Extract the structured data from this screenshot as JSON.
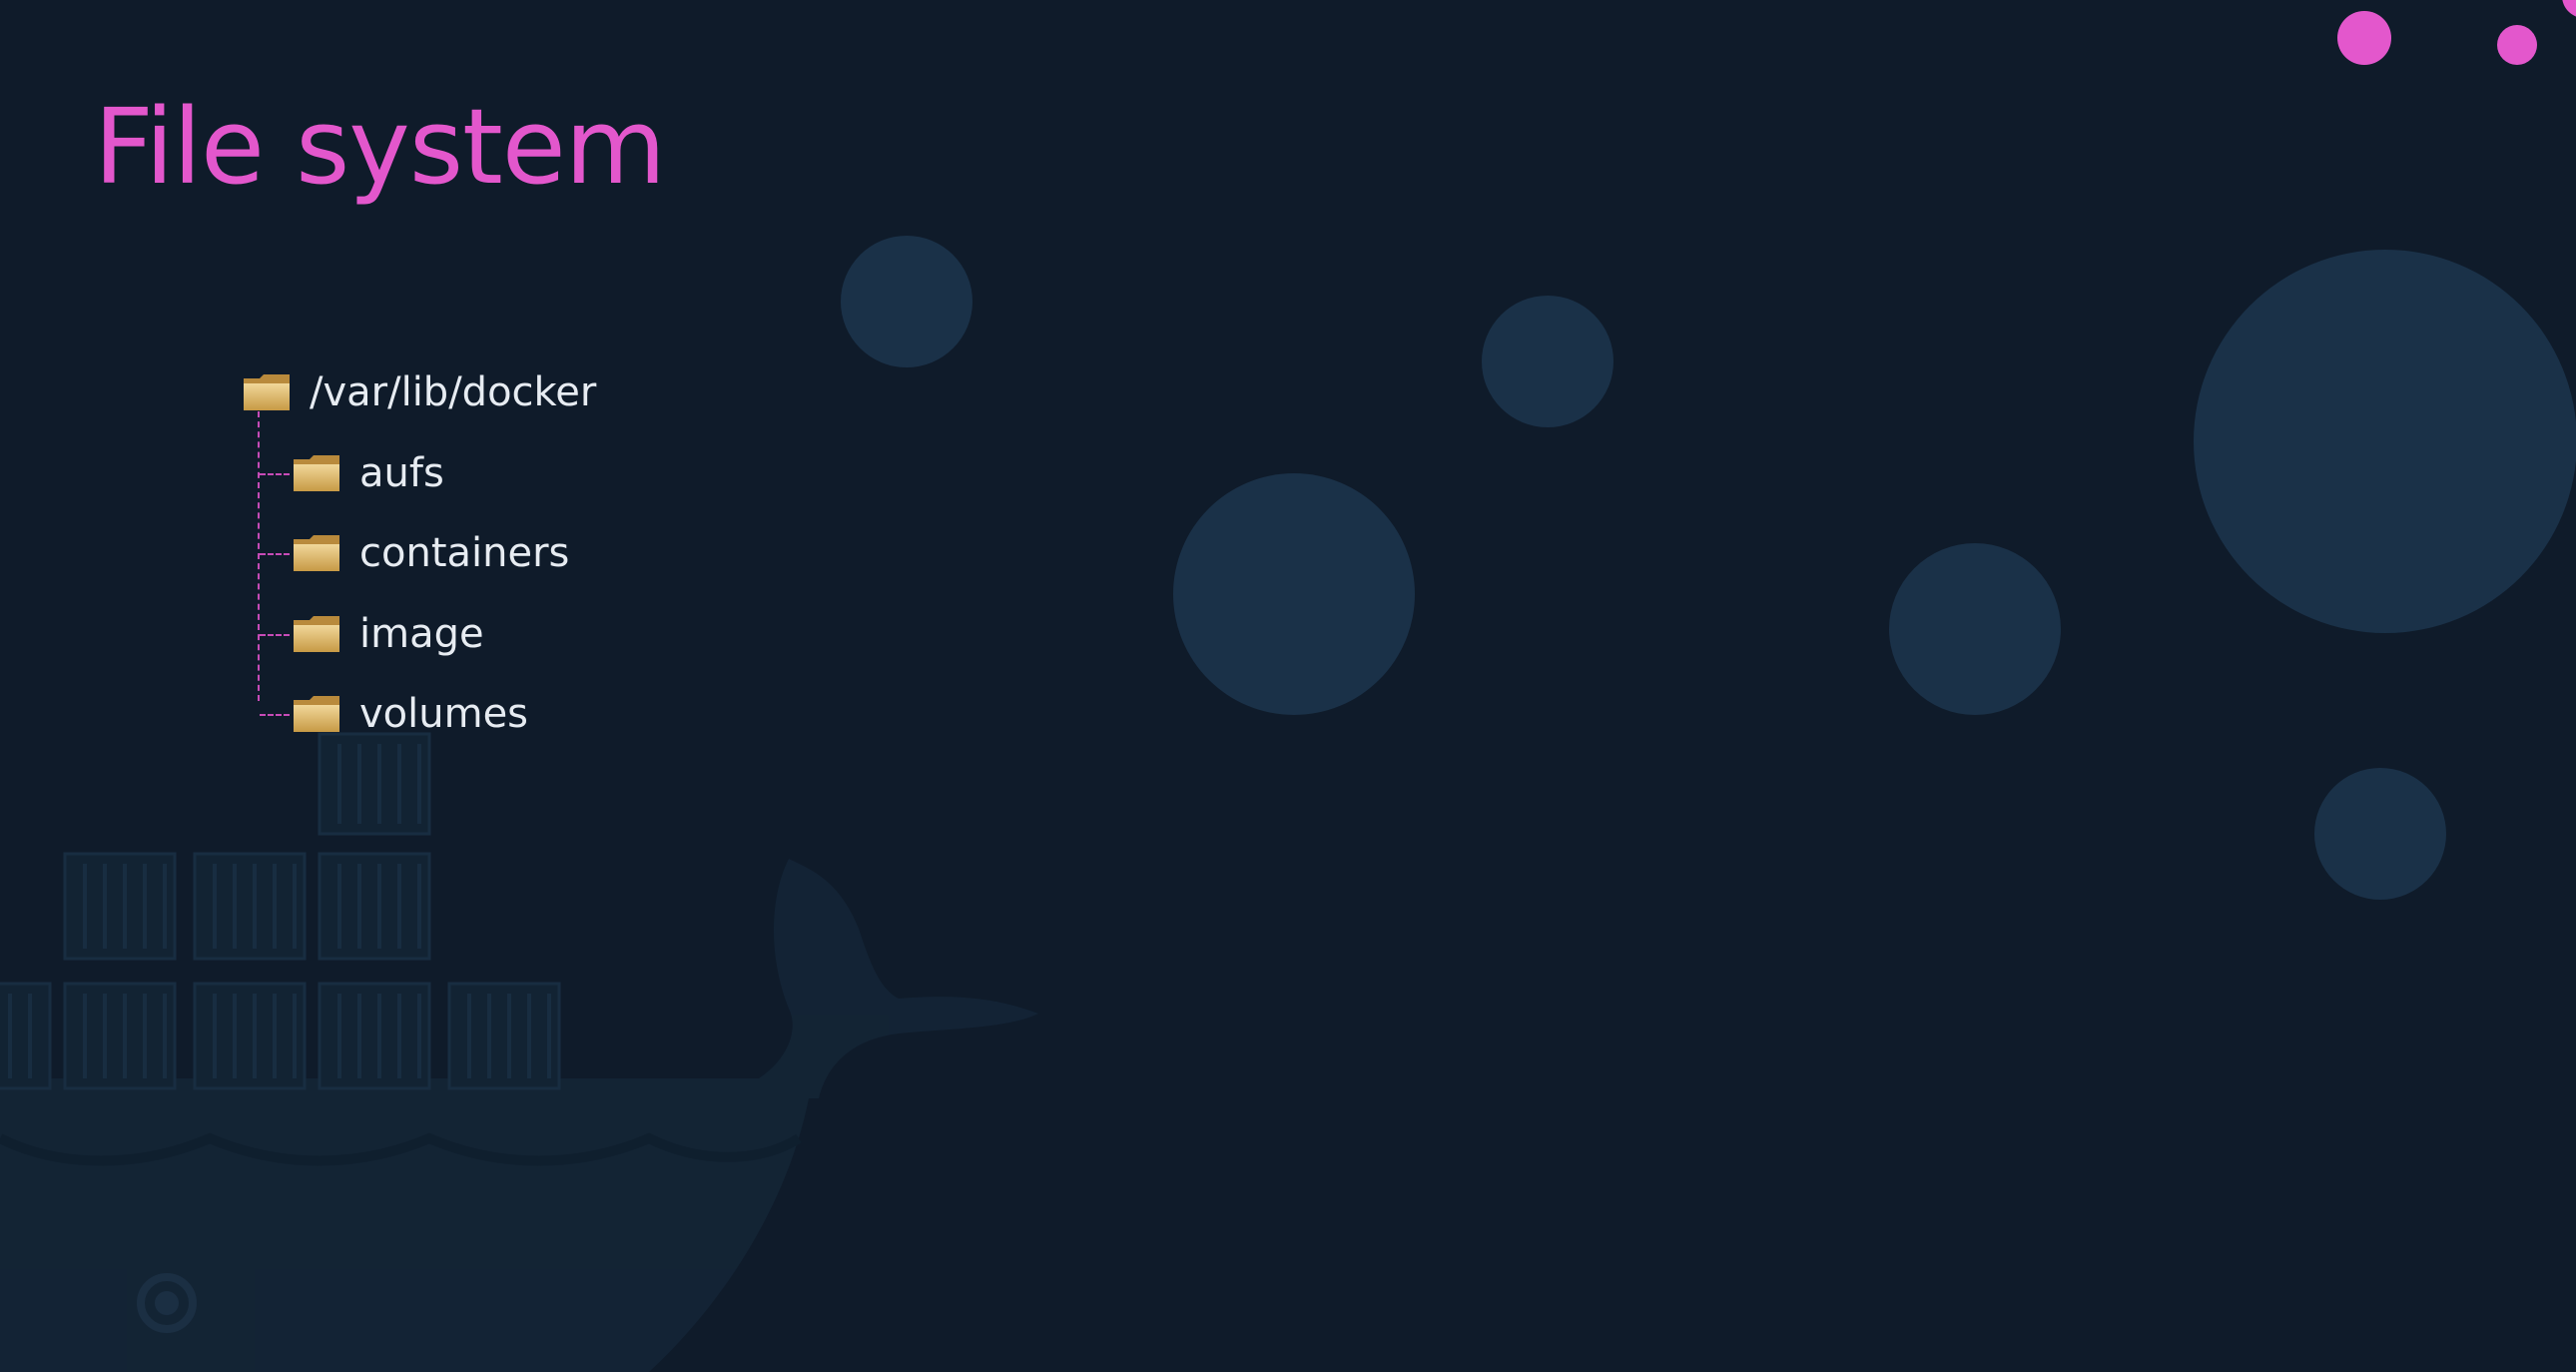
{
  "slide": {
    "title": "File system",
    "background_color": "#0f1b2a",
    "accent_color": "#e357cc",
    "decoration_color": "#1a3148"
  },
  "tree": {
    "root": {
      "label": "/var/lib/docker",
      "icon": "folder-icon"
    },
    "children": [
      {
        "label": "aufs",
        "icon": "folder-icon"
      },
      {
        "label": "containers",
        "icon": "folder-icon"
      },
      {
        "label": "image",
        "icon": "folder-icon"
      },
      {
        "label": "volumes",
        "icon": "folder-icon"
      }
    ]
  },
  "decorations": {
    "background_art": "docker-whale-icon",
    "bubbles": "bubble-icon"
  }
}
